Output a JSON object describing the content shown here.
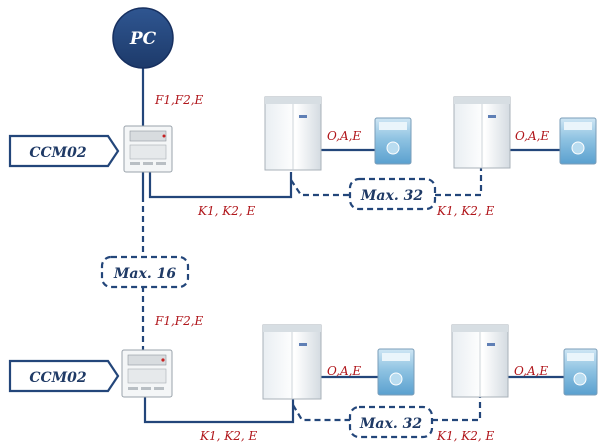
{
  "pc": {
    "label": "PC"
  },
  "controllers": [
    {
      "label": "CCM02"
    },
    {
      "label": "CCM02"
    }
  ],
  "wiring": {
    "f_bus": "F1,F2,E",
    "k_bus": "K1, K2, E",
    "o_bus": "O,A,E"
  },
  "limits": {
    "max_units": "Max. 32",
    "max_ccm": "Max. 16"
  },
  "colors": {
    "primary": "#23467a",
    "accent_text": "#b0161b"
  }
}
